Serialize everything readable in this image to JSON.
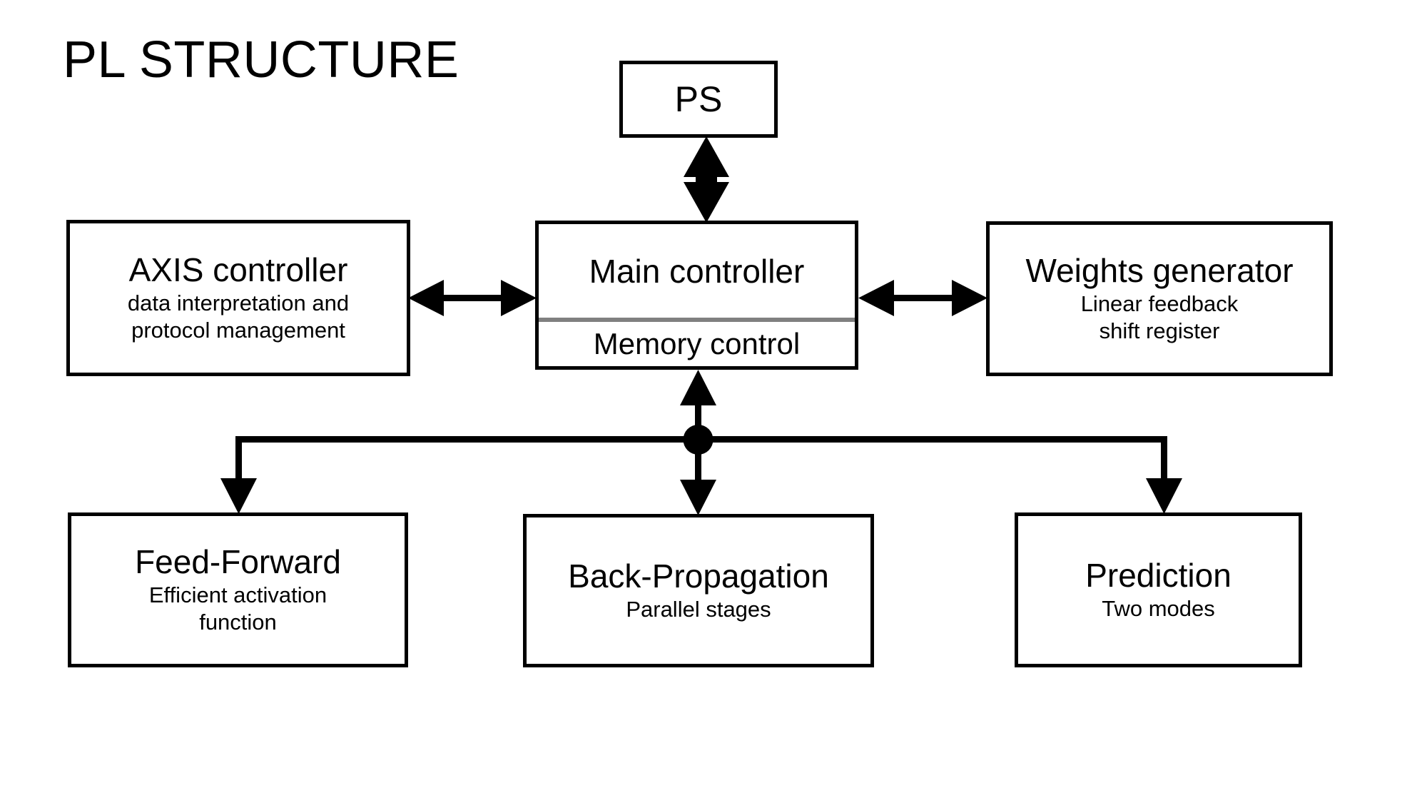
{
  "diagram": {
    "title": "PL STRUCTURE",
    "background_color": "#ffffff",
    "line_color": "#000000",
    "divider_color": "#808080"
  },
  "nodes": {
    "ps": {
      "label": "PS"
    },
    "axis_controller": {
      "label": "AXIS controller",
      "sub_line1": "data interpretation and",
      "sub_line2": "protocol management"
    },
    "main_controller": {
      "label": "Main controller",
      "sub_label": "Memory control"
    },
    "weights_generator": {
      "label": "Weights generator",
      "sub_line1": "Linear feedback",
      "sub_line2": "shift register"
    },
    "feed_forward": {
      "label": "Feed-Forward",
      "sub_line1": "Efficient activation",
      "sub_line2": "function"
    },
    "back_propagation": {
      "label": "Back-Propagation",
      "sub_line1": "Parallel stages"
    },
    "prediction": {
      "label": "Prediction",
      "sub_line1": "Two modes"
    }
  },
  "connections": [
    {
      "name": "ps-to-main",
      "from": "ps",
      "to": "main_controller",
      "style": "double-headed-block-arrow",
      "orientation": "vertical"
    },
    {
      "name": "axis-to-main",
      "from": "axis_controller",
      "to": "main_controller",
      "style": "double-headed-arrow",
      "orientation": "horizontal"
    },
    {
      "name": "main-to-weights",
      "from": "main_controller",
      "to": "weights_generator",
      "style": "double-headed-arrow",
      "orientation": "horizontal"
    },
    {
      "name": "main-to-bus",
      "from": "main_controller",
      "to": "bus-junction",
      "style": "arrow-up",
      "orientation": "vertical"
    },
    {
      "name": "bus-to-feed-forward",
      "from": "bus-junction",
      "to": "feed_forward",
      "style": "arrow-down",
      "orientation": "elbow-left"
    },
    {
      "name": "bus-to-back-propagation",
      "from": "bus-junction",
      "to": "back_propagation",
      "style": "arrow-down",
      "orientation": "vertical"
    },
    {
      "name": "bus-to-prediction",
      "from": "bus-junction",
      "to": "prediction",
      "style": "arrow-down",
      "orientation": "elbow-right"
    }
  ]
}
